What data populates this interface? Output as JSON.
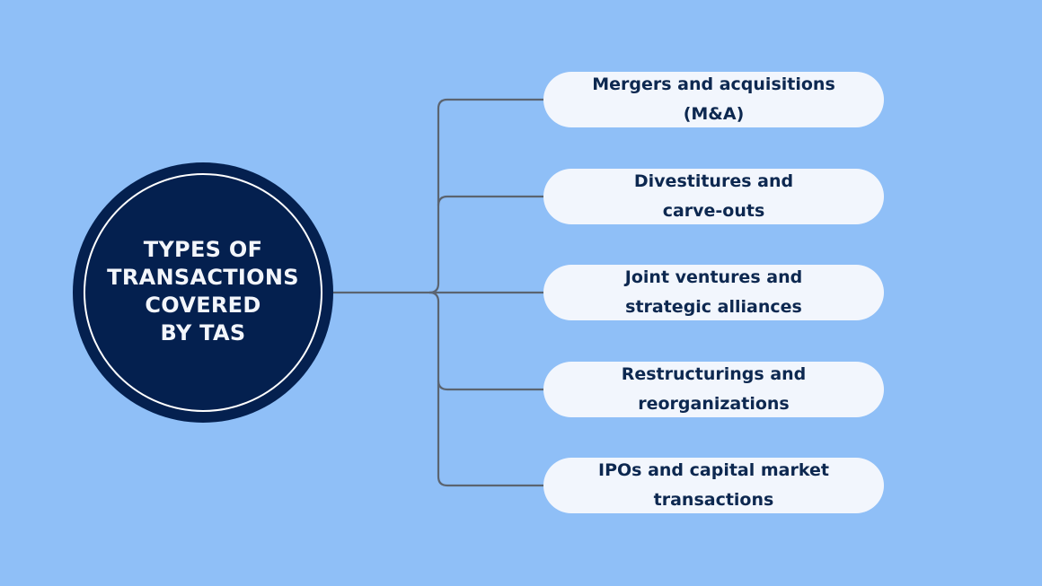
{
  "diagram": {
    "type": "mind-map",
    "background_color": "#8fbff7",
    "center": {
      "title": "TYPES OF\nTRANSACTIONS\nCOVERED\nBY TAS",
      "fill_color": "#04204f",
      "text_color": "#ffffff"
    },
    "connector_color": "#5b6470",
    "branches": [
      {
        "label": "Mergers and acquisitions\n(M&A)"
      },
      {
        "label": "Divestitures and\ncarve-outs"
      },
      {
        "label": "Joint ventures and\nstrategic alliances"
      },
      {
        "label": "Restructurings and\nreorganizations"
      },
      {
        "label": "IPOs and capital market\ntransactions"
      }
    ]
  }
}
